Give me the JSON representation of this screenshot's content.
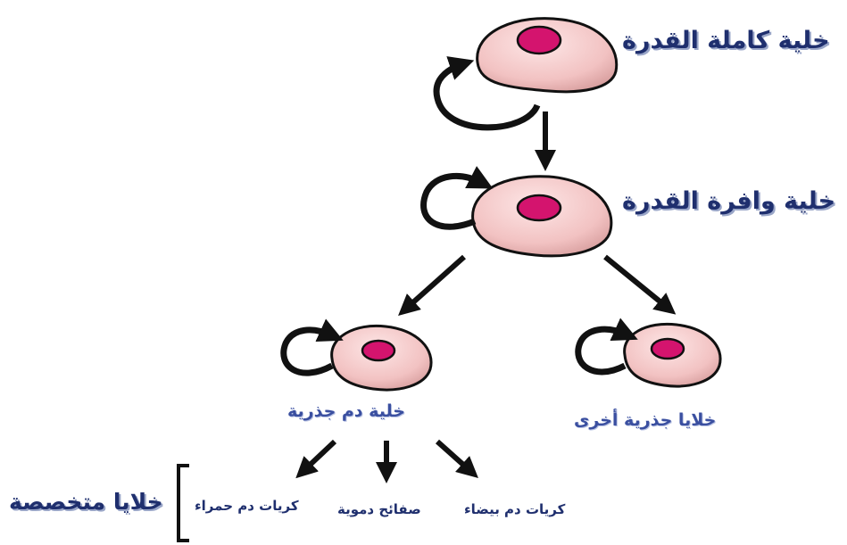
{
  "colors": {
    "cell_fill": "#f2c8c8",
    "cell_stroke": "#111111",
    "nucleus": "#d4146e",
    "arrow": "#111111",
    "label_dark": "#1f2f6e",
    "label_blue": "#3a4fa0"
  },
  "labels": {
    "totipotent": "خلية كاملة القدرة",
    "pluripotent": "خلية وافرة القدرة",
    "blood_stem": "خلية دم جذرية",
    "other_stem": "خلايا جذرية أخرى",
    "white_cells": "كريات دم بيضاء",
    "platelets": "صفائح دموية",
    "red_cells": "كريات دم حمراء",
    "specialized": "خلايا متخصصة"
  },
  "icons": [
    "cell-icon",
    "self-renewal-arrow-icon",
    "arrow-icon",
    "bracket-icon"
  ]
}
